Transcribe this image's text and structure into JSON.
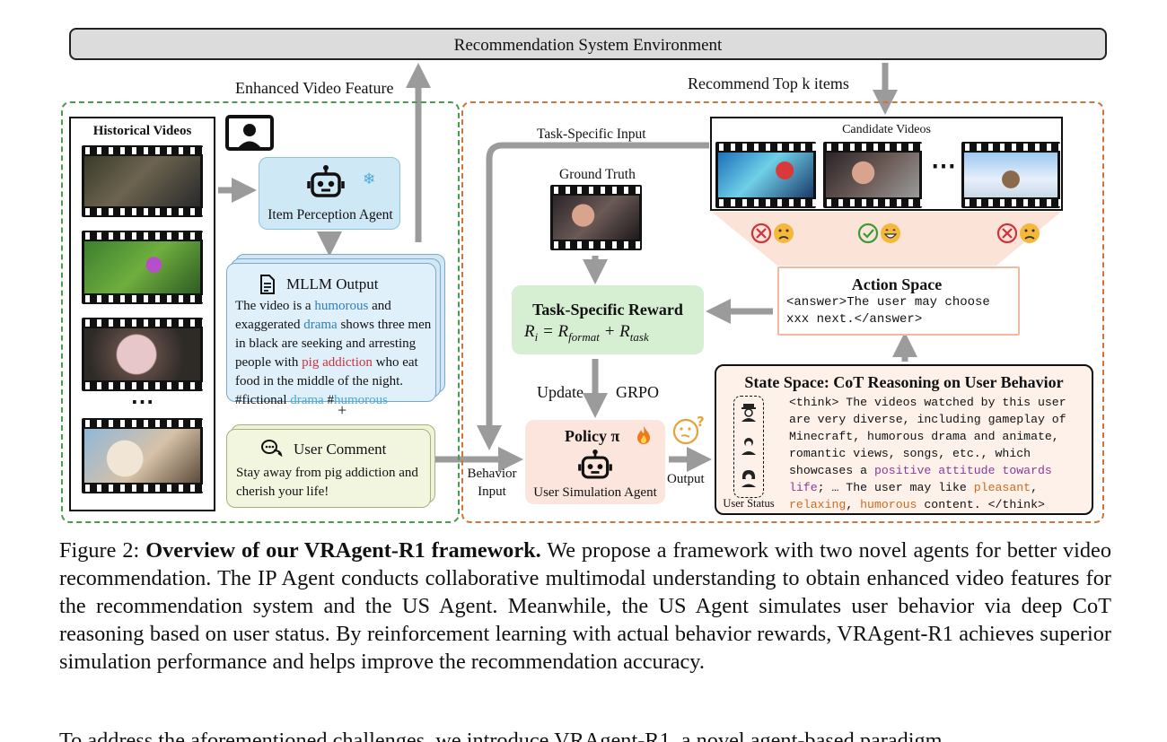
{
  "figure": {
    "env_bar": "Recommendation System Environment",
    "enhanced_feature_label": "Enhanced Video Feature",
    "recommend_label": "Recommend Top k items",
    "historical_title": "Historical Videos",
    "ellipsis": "⋯",
    "item_agent": "Item Perception Agent",
    "mllm_title": "MLLM Output",
    "mllm_text": {
      "p1": "The video is a ",
      "humorous1": "humorous",
      "p2": " and exaggerated ",
      "drama1": "drama",
      "p3": " shows three men in black are seeking and arresting people with ",
      "pig": "pig addiction",
      "p4": " who eat food in the middle of the night. #fictional ",
      "drama2": "drama",
      "p5": " #",
      "humorous2": "humorous"
    },
    "plus": "+",
    "user_comment_title": "User Comment",
    "user_comment_text": "Stay away from pig addiction and cherish your life!",
    "task_input_label": "Task-Specific Input",
    "ground_truth_label": "Ground Truth",
    "candidate_title": "Candidate Videos",
    "candidate_dots": "⋯",
    "reward_title": "Task-Specific Reward",
    "update_label": "Update",
    "grpo_label": "GRPO",
    "policy_title": "Policy π",
    "policy_sub": "User Simulation Agent",
    "behavior_label_1": "Behavior",
    "behavior_label_2": "Input",
    "output_label": "Output",
    "action_title": "Action Space",
    "action_text_1": "<answer>The user may choose",
    "action_text_2": "xxx next.</answer>",
    "state_title": "State Space: CoT Reasoning on User Behavior",
    "state_text": {
      "t1": "<think> The videos watched by this user are very diverse, including gameplay of Minecraft, humorous drama and animate, romantic views, songs, etc., which showcases a ",
      "positive": "positive attitude towards life",
      "t2": "; … The user may like ",
      "pleasant": "pleasant",
      "t3": ", ",
      "relaxing": "relaxing",
      "t4": ", ",
      "humorous": "humorous",
      "t5": " content. </think>"
    },
    "user_status": "User Status",
    "colors": {
      "left_border": "#4c9a4c",
      "right_border": "#d0743b",
      "arrow": "#9b9b9b",
      "highlight_blue": "#2f7fb9",
      "highlight_red": "#d0313b",
      "highlight_purple": "#8a3b9a",
      "highlight_orange": "#cf6a1e"
    }
  },
  "caption": {
    "label": "Figure 2: ",
    "bold": "Overview of our VRAgent-R1 framework.",
    "text": " We propose a framework with two novel agents for better video recommendation. The IP Agent conducts collaborative multimodal understanding to obtain enhanced video features for the recommendation system and the US Agent. Meanwhile, the US Agent simulates user behavior via deep CoT reasoning based on user status. By reinforcement learning with actual behavior rewards, VRAgent-R1 achieves superior simulation performance and helps improve the recommendation accuracy."
  },
  "next_line": "To address the aforementioned challenges, we introduce VRAgent-R1, a novel agent-based paradigm"
}
